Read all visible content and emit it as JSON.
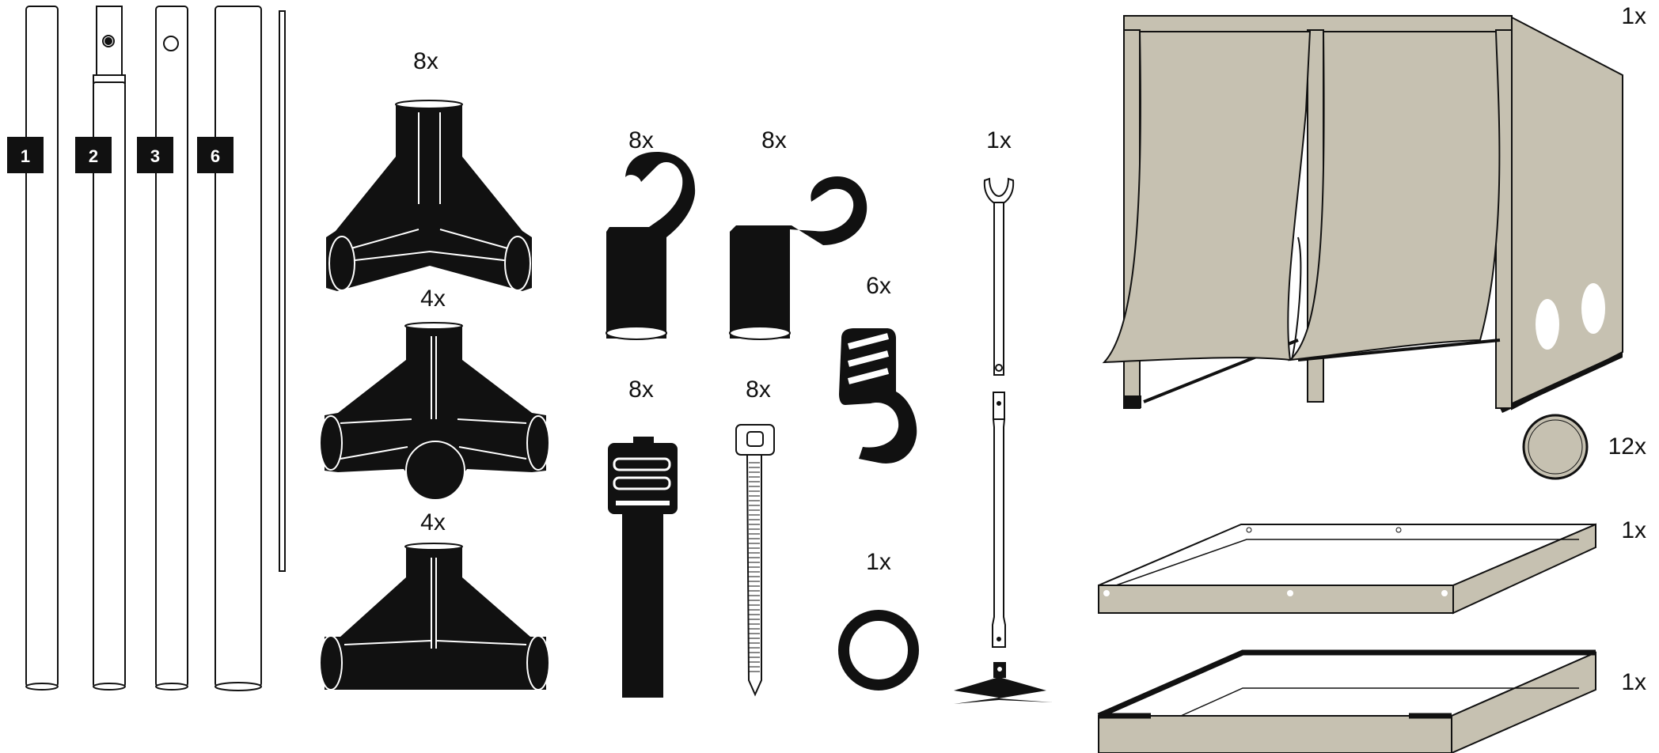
{
  "colors": {
    "ink": "#0d0d0d",
    "fabric": "#c6c1b1",
    "paper": "#ffffff"
  },
  "poles": {
    "pole_1_tag": "1",
    "pole_2_tag": "2",
    "pole_3_tag": "3",
    "pole_6_tag": "6"
  },
  "parts": {
    "corner_connector_qty": "8x",
    "cross_connector_qty": "4x",
    "tee_connector_qty": "4x",
    "small_hook_qty": "8x",
    "large_hook_qty": "8x",
    "buckle_strap_qty": "8x",
    "cable_tie_qty": "8x",
    "clip_hook_qty": "6x",
    "ring_qty": "1x",
    "adjustable_hanger_qty": "1x"
  },
  "tent": {
    "tent_qty": "1x",
    "patch_qty": "12x",
    "floor_frame_qty": "1x",
    "floor_tray_qty": "1x"
  }
}
